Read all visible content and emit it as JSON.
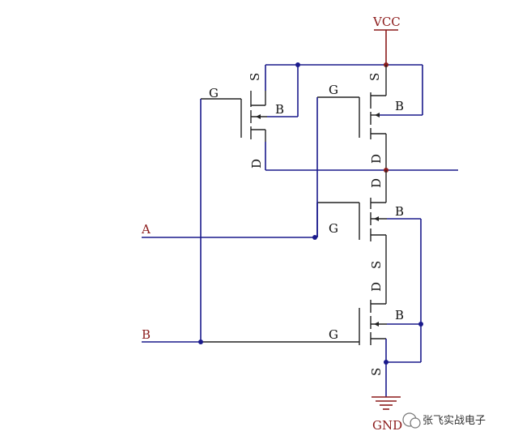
{
  "rails": {
    "vcc": "VCC",
    "gnd": "GND"
  },
  "inputs": {
    "a": "A",
    "b": "B"
  },
  "pins": {
    "g": "G",
    "s": "S",
    "d": "D",
    "b": "B"
  },
  "watermark": {
    "text": "张飞实战电子"
  },
  "colors": {
    "wire": "#1a1a8c",
    "rail": "#8b1a1a",
    "device": "#222222"
  }
}
